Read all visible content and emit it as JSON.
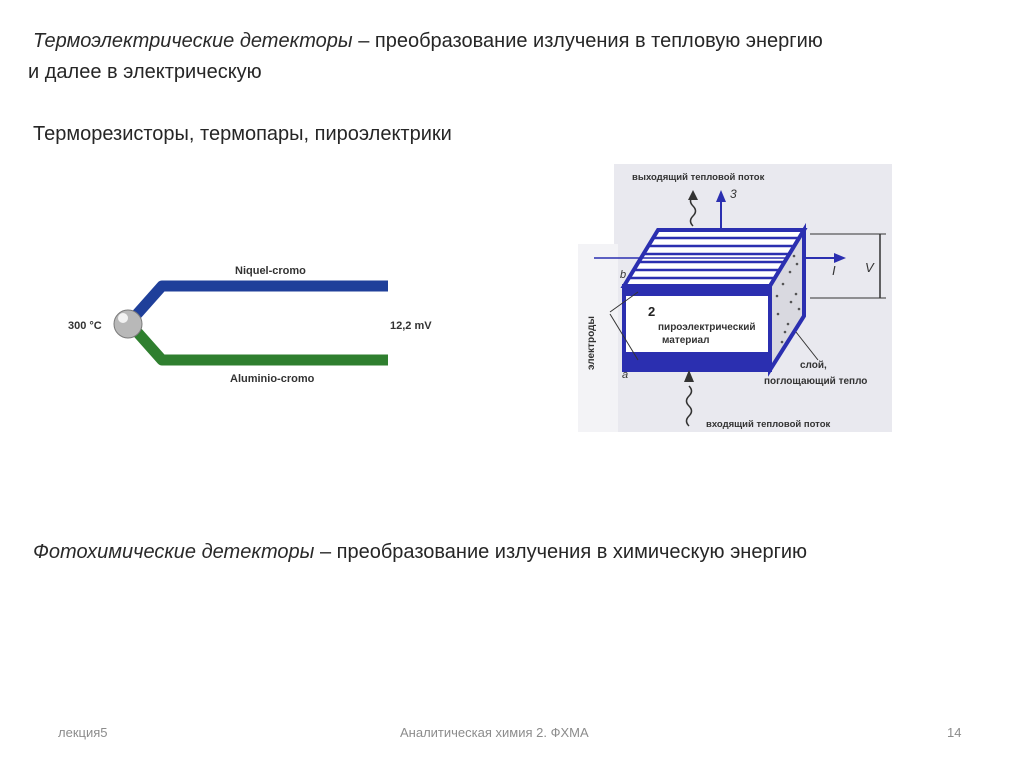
{
  "slide": {
    "heading1": {
      "italic": "Термоэлектрические детекторы",
      "rest": " – преобразование излучения в тепловую энергию",
      "line2": "и далее в электрическую"
    },
    "subheading": "Терморезисторы, термопары, пироэлектрики",
    "heading2": {
      "italic": "Фотохимические детекторы",
      "rest": " – преобразование излучения в химическую энергию"
    }
  },
  "thermocouple": {
    "top_label": "Niquel-cromo",
    "bottom_label": "Aluminio-cromo",
    "temp_label": "300 °C",
    "voltage_label": "12,2 mV",
    "colors": {
      "top_wire": "#1f3f9a",
      "bottom_wire": "#2f7f2f",
      "junction": "#b8b8b8"
    }
  },
  "pyro": {
    "out_flow": "выходящий тепловой поток",
    "in_flow": "входящий тепловой поток",
    "material_line1": "пироэлектрический",
    "material_line2": "материал",
    "electrodes": "электроды",
    "layer_line1": "слой,",
    "layer_line2": "поглощающий тепло",
    "label_3": "3",
    "label_2": "2",
    "label_b": "b",
    "label_a": "a",
    "label_I": "I",
    "label_V": "V",
    "colors": {
      "block": "#2b2fb0",
      "background": "#e9e9ef"
    }
  },
  "footer": {
    "left": "лекция5",
    "center": "Аналитическая химия 2. ФХМА",
    "page": "14"
  }
}
